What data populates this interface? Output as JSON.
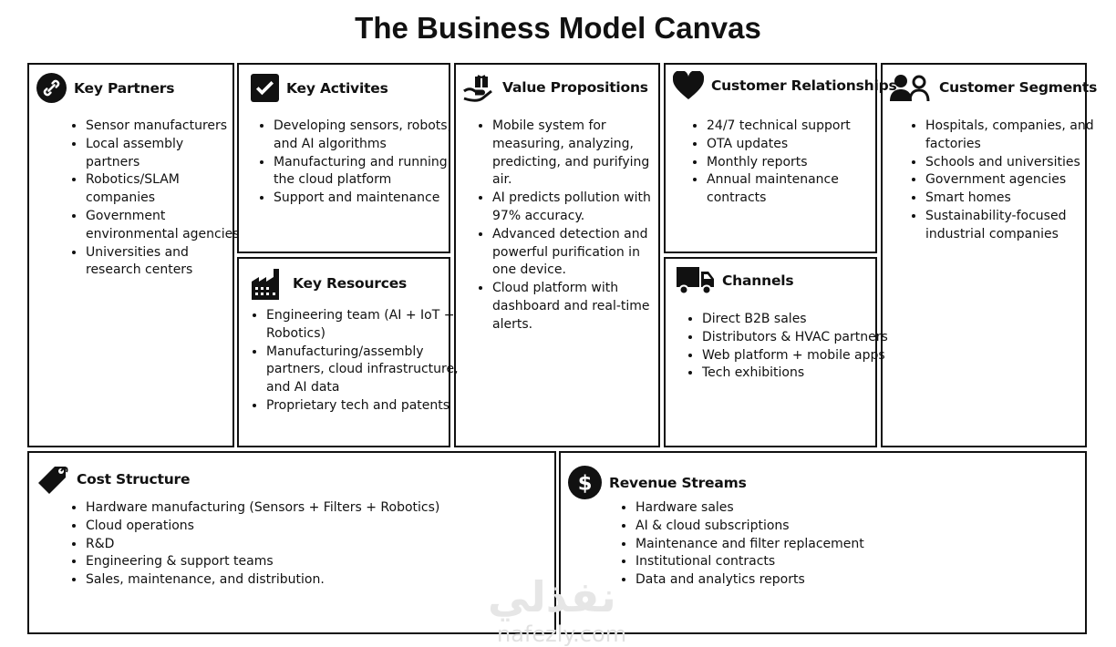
{
  "title": "The Business Model Canvas",
  "blocks": {
    "key_partners": {
      "title": "Key Partners",
      "icon": "link-icon",
      "items": [
        "Sensor manufacturers",
        "Local assembly partners",
        "Robotics/SLAM companies",
        "Government environmental agencies",
        "Universities and research centers"
      ]
    },
    "key_activities": {
      "title": "Key Activites",
      "icon": "checkbox-icon",
      "items": [
        "Developing sensors, robots, and AI algorithms",
        "Manufacturing and running the cloud platform",
        "Support and maintenance"
      ]
    },
    "key_resources": {
      "title": "Key Resources",
      "icon": "factory-icon",
      "items": [
        "Engineering team (AI + IoT + Robotics)",
        "Manufacturing/assembly partners, cloud infrastructure, and AI data",
        "Proprietary tech and patents"
      ]
    },
    "value_propositions": {
      "title": "Value Propositions",
      "icon": "gift-hand-icon",
      "items": [
        "Mobile system for measuring, analyzing, predicting, and purifying air.",
        "AI predicts pollution with 97% accuracy.",
        "Advanced detection and powerful purification in one device.",
        "Cloud platform with dashboard and real-time alerts."
      ]
    },
    "customer_relationships": {
      "title": "Customer Relationships",
      "icon": "heart-icon",
      "items": [
        "24/7 technical support",
        "OTA updates",
        "Monthly reports",
        "Annual maintenance contracts"
      ]
    },
    "channels": {
      "title": "Channels",
      "icon": "truck-icon",
      "items": [
        "Direct B2B sales",
        "Distributors & HVAC partners",
        "Web platform + mobile apps",
        "Tech exhibitions"
      ]
    },
    "customer_segments": {
      "title": "Customer Segments",
      "icon": "users-icon",
      "items": [
        "Hospitals, companies, and factories",
        "Schools and universities",
        "Government agencies",
        "Smart homes",
        "Sustainability-focused industrial companies"
      ]
    },
    "cost_structure": {
      "title": "Cost Structure",
      "icon": "price-tag-icon",
      "items": [
        "Hardware manufacturing (Sensors + Filters + Robotics)",
        "Cloud operations",
        "R&D",
        "Engineering & support teams",
        "Sales, maintenance, and distribution."
      ]
    },
    "revenue_streams": {
      "title": "Revenue Streams",
      "icon": "dollar-icon",
      "items": [
        "Hardware sales",
        "AI & cloud subscriptions",
        "Maintenance and filter replacement",
        "Institutional contracts",
        "Data and analytics reports"
      ]
    }
  },
  "watermark": {
    "arabic": "نفذلي",
    "latin": "nafezly.com"
  }
}
